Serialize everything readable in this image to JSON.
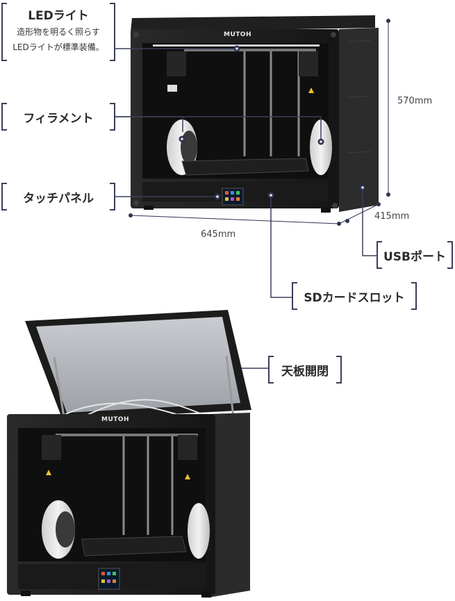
{
  "labels": {
    "led_title": "LEDライト",
    "led_desc_1": "造形物を明るく照らす",
    "led_desc_2": "LEDライトが標準装備。",
    "filament": "フィラメント",
    "touch_panel": "タッチパネル",
    "usb_port": "USBポート",
    "sd_slot": "SDカードスロット",
    "top_lid": "天板開閉"
  },
  "dimensions": {
    "height": "570mm",
    "depth": "415mm",
    "width": "645mm"
  },
  "brand": {
    "logo_top": "MUTOH",
    "logo_bottom": "MUTOH"
  },
  "colors": {
    "accent": "#3a3f5c",
    "printer_body": "#1b1b1b"
  }
}
